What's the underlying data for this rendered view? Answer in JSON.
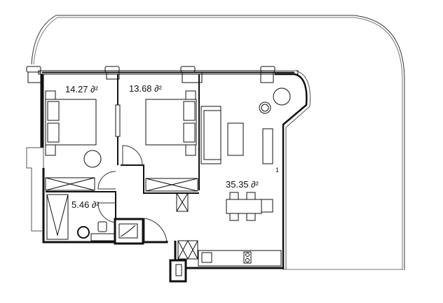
{
  "floor_plan": {
    "rooms": [
      {
        "id": "bedroom-1",
        "area_label": "14.27 ∂²"
      },
      {
        "id": "bedroom-2",
        "area_label": "13.68 ∂²"
      },
      {
        "id": "living-room",
        "area_label": "35.35 ∂²"
      },
      {
        "id": "bathroom",
        "area_label": "5.46 ∂²"
      }
    ],
    "markers": {
      "living_marker": "1"
    },
    "colors": {
      "line": "#111111",
      "background": "#ffffff"
    }
  }
}
